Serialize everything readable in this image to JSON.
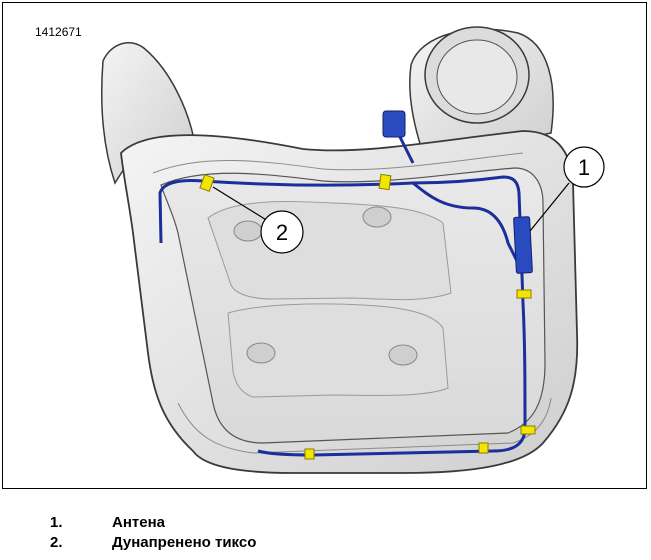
{
  "figure": {
    "number": "1412671",
    "callouts": [
      {
        "label": "1"
      },
      {
        "label": "2"
      }
    ]
  },
  "legend": [
    {
      "num": "1.",
      "text": "Антена"
    },
    {
      "num": "2.",
      "text": "Дунапренено тиксо"
    }
  ],
  "colors": {
    "cable": "#1a2f9c",
    "tape": "#f2e600",
    "part": "#e6e6e6",
    "outline": "#3a3a3a"
  }
}
